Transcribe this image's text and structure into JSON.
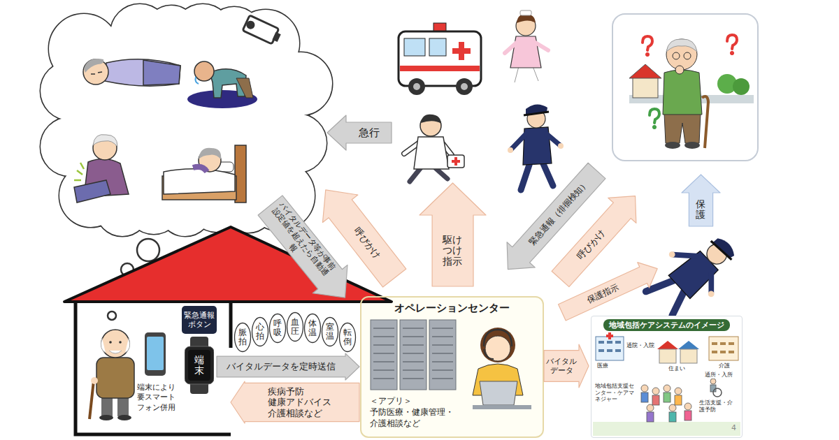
{
  "diagram": {
    "nodes": [
      {
        "text": [
          "急行"
        ]
      },
      {
        "text": [
          "緊急通報（徘徊検知）"
        ]
      },
      {
        "text": [
          "呼びかけ"
        ]
      },
      {
        "text": [
          "保護"
        ]
      },
      {
        "text": [
          "バイタルデータ等が事前設定値を超えたら自動通報"
        ]
      },
      {
        "text": [
          "呼びかけ"
        ]
      },
      {
        "text": [
          "駆けつけ指示"
        ]
      },
      {
        "text": [
          "保護指示"
        ]
      },
      {
        "text": [
          "端末により要スマートフォン併用"
        ]
      },
      {
        "text": [
          "緊急通報ボタン"
        ],
        "in": 8
      },
      {
        "text": [
          "端末"
        ],
        "in": 8
      },
      {
        "text": [
          "脈拍"
        ],
        "in": 8
      },
      {
        "text": [
          "心拍"
        ],
        "in": 8
      },
      {
        "text": [
          "呼吸"
        ],
        "in": 8
      },
      {
        "text": [
          "血圧"
        ],
        "in": 8
      },
      {
        "text": [
          "体温"
        ],
        "in": 8
      },
      {
        "text": [
          "室温"
        ],
        "in": 8
      },
      {
        "text": [
          "転倒"
        ],
        "in": 8
      },
      {
        "text": [
          "バイタルデータを定時送信"
        ]
      },
      {
        "text": [
          "疾病予防 健康アドバイス 介護相談など"
        ]
      },
      {
        "text": [
          "オペレーションセンター",
          "＜アプリ＞ 予防医療・健康管理・介護相談など"
        ]
      },
      {
        "text": [
          "バイタルデータ"
        ]
      },
      {
        "text": [
          "地域包括ケアシステムのイメージ"
        ]
      }
    ],
    "labels": [
      "医療",
      "通院・入院",
      "住まい",
      "通所・入所",
      "介護",
      "地域包括支援センター・ケアマネジャー",
      "生活支援・介護予防",
      "4"
    ]
  }
}
